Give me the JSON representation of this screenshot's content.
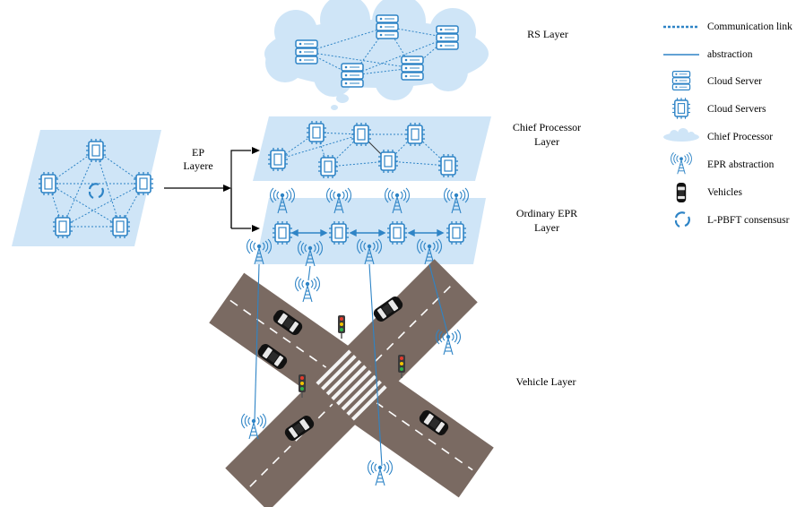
{
  "layers": {
    "rs": "RS Layer",
    "chief_line1": "Chief  Processor",
    "chief_line2": "Layer",
    "ordinary_line1": "Ordinary EPR",
    "ordinary_line2": "Layer",
    "vehicle": "Vehicle Layer"
  },
  "ep_label": {
    "line1": "EP",
    "line2": "Layere"
  },
  "legend": [
    {
      "icon": "dotted-link",
      "label": "Communication link"
    },
    {
      "icon": "solid-line",
      "label": "abstraction"
    },
    {
      "icon": "cloud-server-icon",
      "label": "Cloud Server"
    },
    {
      "icon": "chip-icon",
      "label": "Cloud Servers"
    },
    {
      "icon": "cloud-icon",
      "label": "Chief Processor"
    },
    {
      "icon": "antenna-icon",
      "label": "EPR abstraction"
    },
    {
      "icon": "car-icon",
      "label": "Vehicles"
    },
    {
      "icon": "consensus-icon",
      "label": "L-PBFT consensusr"
    }
  ],
  "colors": {
    "accent": "#2e84c6",
    "panel": "#cfe5f7",
    "road": "#7a6a62",
    "stripe": "#ffffff"
  }
}
